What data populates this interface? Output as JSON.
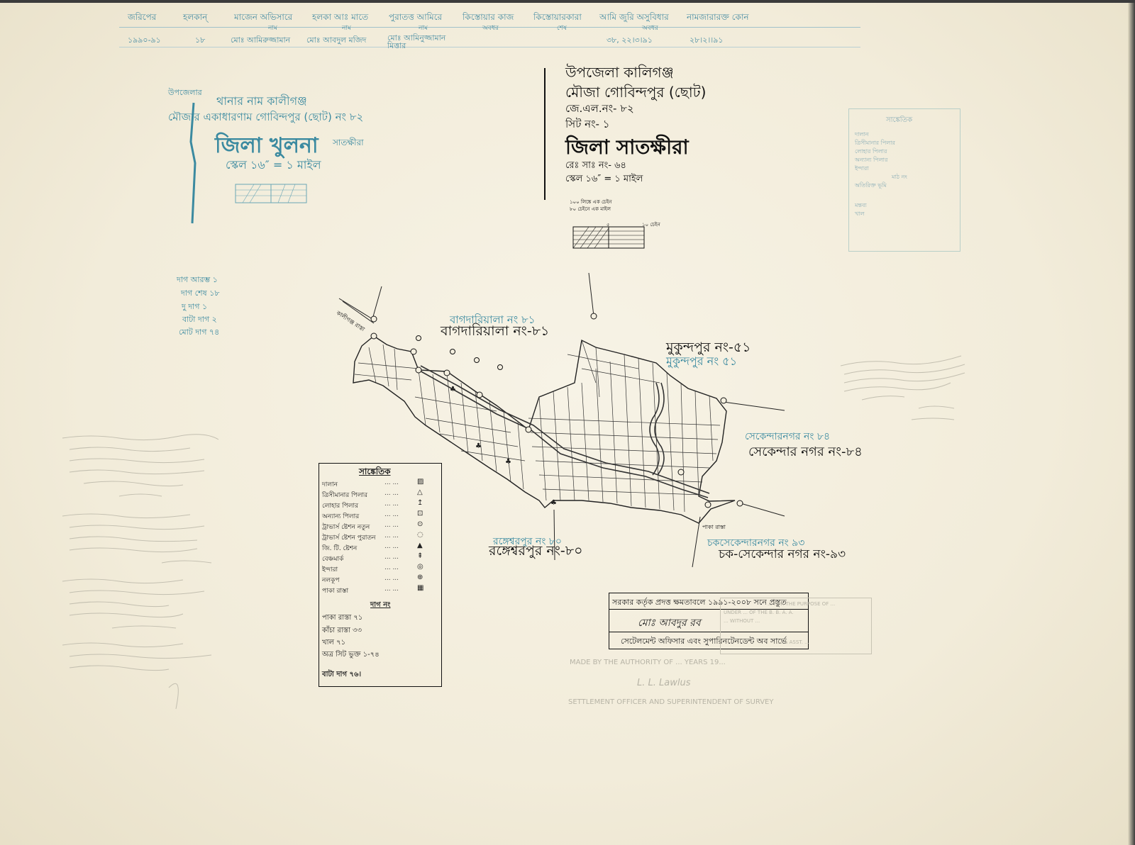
{
  "header": {
    "columns": [
      "জরিপের",
      "হলকান্‌",
      "মাজেন অভিসারে",
      "হলকা আঃ মাতে",
      "পুরাতত্ত আমিরে",
      "কিস্তোয়ার কাজ",
      "কিস্তোয়ারকারা",
      "আমি জুরি অসুবিধার",
      "নামজারারক্ত কোন"
    ],
    "subs": [
      "",
      "",
      "নাম",
      "নাম",
      "নাম",
      "অবধর",
      "শেষ",
      "অবধর",
      ""
    ],
    "values": [
      "১৯৯০-৯১",
      "১৮",
      "মোঃ আমিরুজ্জামান",
      "মোঃ আবদুল মজিদ",
      "মোঃ আমিনুজ্জামান মিত্তার",
      "",
      "",
      "৩৮, ২২।৩।৯১",
      "২৮।২।।৯১"
    ]
  },
  "title_block": {
    "upazila": "উপজেলা কালিগঞ্জ",
    "mouza": "মৌজা গোবিন্দপুর (ছোট)",
    "jl_no": "জে.এল.নং- ৮২",
    "sheet_no": "সিট নং- ১",
    "district": "জিলা সাতক্ষীরা",
    "reg_no": "রেঃ সাঃ নং- ৬৪",
    "scale": "স্কেল ১৬″ = ১ মাইল",
    "chain_note_1": "১০০ লিঙ্কে এক চেইন",
    "chain_note_2": "৮০ চেইনে এক মাইল",
    "scale_bar_mid": "৫",
    "scale_bar_end": "১০ চেইন"
  },
  "old_block": {
    "thana_label": "উপজেলার",
    "thana": "থানার নাম কালীগঞ্জ",
    "mouza": "মৌজার একাধারণাম গোবিন্দপুর (ছোট) নং ৮২",
    "district": "জিলা খুলনা",
    "district_new": "সাতক্ষীরা",
    "scale": "স্কেল ১৬″ = ১ মাইল"
  },
  "plot_notes": [
    "দাগ আরম্ভ ১",
    "দাগ শেষ ১৮",
    "দু দাগ ১",
    "বাটা দাগ ২",
    "মোট দাগ ৭৪"
  ],
  "villages": [
    {
      "bn": "বাগদারিয়ালা নং-৮১",
      "cyan": "বাগদারিয়ালা নং ৮১"
    },
    {
      "bn": "মুকুন্দপুর নং-৫১",
      "cyan": "মুকুন্দপুর নং ৫১"
    },
    {
      "bn": "সেকেন্দার নগর নং-৮৪",
      "cyan": "সেকেন্দারনগর নং ৮৪"
    },
    {
      "bn": "রঙ্গেশ্বরপুর নং-৮০",
      "cyan": "রঙ্গেশ্বরপুর নং ৮০"
    },
    {
      "bn": "চক-সেকেন্দার নগর নং-৯৩",
      "cyan": "চকসেকেন্দারনগর নং ৯৩"
    }
  ],
  "road_labels": [
    "কালীগঞ্জ রাস্তা",
    "পাকা রাস্তা"
  ],
  "legend": {
    "title": "সাঙ্কেতিক",
    "items": [
      {
        "label": "দালান",
        "sym": "▨"
      },
      {
        "label": "ত্রিসীমানার পিলার",
        "sym": "△"
      },
      {
        "label": "লোহার পিলার",
        "sym": "↥"
      },
      {
        "label": "অন্যান্য পিলার",
        "sym": "⊡"
      },
      {
        "label": "ট্রাভার্স ষ্টেশন নতুন",
        "sym": "⊙"
      },
      {
        "label": "ট্রাভার্স ষ্টেশন পুরাতন",
        "sym": "◌"
      },
      {
        "label": "জি. টি. ষ্টেশন",
        "sym": "▲"
      },
      {
        "label": "বেঞ্চমার্ক",
        "sym": "⇞"
      },
      {
        "label": "ইন্দারা",
        "sym": "◎"
      },
      {
        "label": "নলকূপ",
        "sym": "⊕"
      },
      {
        "label": "পাকা রাস্তা",
        "sym": "▦"
      }
    ],
    "dots": "...   ...",
    "plot_title": "দাগ নং",
    "plot_rows": [
      "পাকা রাস্তা ৭১",
      "কাঁচা রাস্তা ৩৩",
      "খাল ৭১",
      "অত্র সিট ভুক্ত ১-৭৪"
    ],
    "bata": "বাটা দাগ ৭৬।"
  },
  "stamp": {
    "line1": "সরকার কর্তৃক প্রদত্ত ক্ষমতাবলে ১৯৯১-২০০৮ সনে প্রস্তুত",
    "signature": "মোঃ আবদুর রব",
    "line3": "সেটেলমেন্ট অফিসার এবং সুপারিনটেনডেন্ট অব সার্ভে"
  },
  "english_stamp": {
    "made": "MADE BY THE AUTHORITY OF ... YEARS 19...",
    "officer": "SETTLEMENT OFFICER AND SUPERINTENDENT OF SURVEY",
    "sig": "L. L. Lawlus",
    "side1": "... FOR THE PURPOSE OF ...",
    "side2": "UNDER ... OF THE B. B. A. A.",
    "side3": "... WITHOUT ...",
    "side4": "... & ASST. ..."
  },
  "right_panel": {
    "title": "সাঙ্কেতিক",
    "rows": [
      "দালান",
      "ত্রিসীমানার পিলার",
      "লোহার পিলার",
      "অন্যান্য পিলার",
      "ইন্দারা",
      "মাঠ নং",
      "অতিরিক্ত ভূমি",
      "মন্তব্য",
      "খাল"
    ]
  },
  "colors": {
    "paper": "#f4efdf",
    "ink": "#111111",
    "cyan": "#3b8aa0",
    "faint": "#8fb0b8"
  }
}
